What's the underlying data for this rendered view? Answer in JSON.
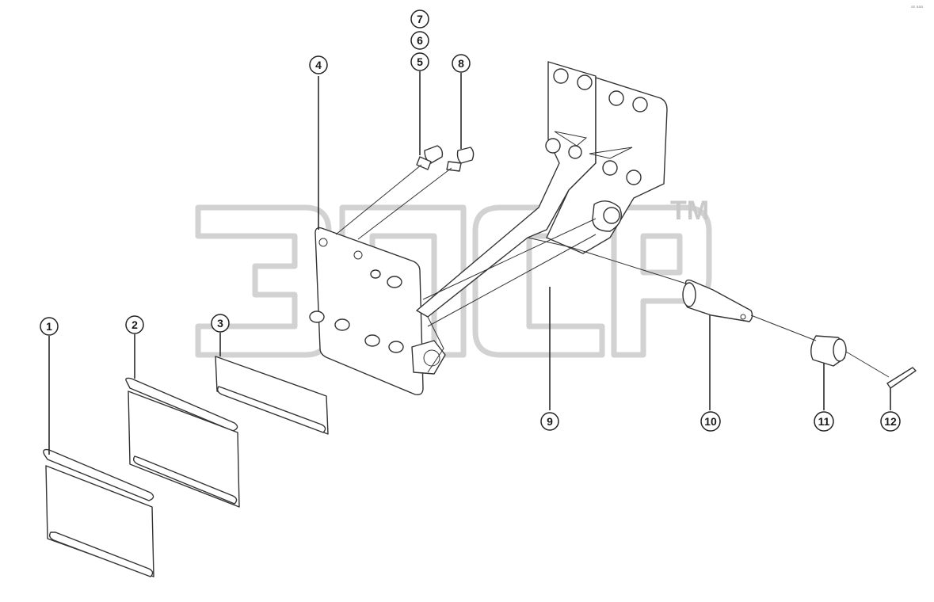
{
  "watermark": {
    "trademark": "TM",
    "logo_text": "ЭПСР"
  },
  "corner_mark": "ax aaa",
  "callouts": [
    {
      "id": "1",
      "label": "1"
    },
    {
      "id": "2",
      "label": "2"
    },
    {
      "id": "3",
      "label": "3"
    },
    {
      "id": "4",
      "label": "4"
    },
    {
      "id": "5",
      "label": "5"
    },
    {
      "id": "6",
      "label": "6"
    },
    {
      "id": "7",
      "label": "7"
    },
    {
      "id": "8",
      "label": "8"
    },
    {
      "id": "9",
      "label": "9"
    },
    {
      "id": "10",
      "label": "10"
    },
    {
      "id": "11",
      "label": "11"
    },
    {
      "id": "12",
      "label": "12"
    }
  ],
  "colors": {
    "line": "#333333",
    "watermark": "#d2d2d2",
    "background": "#ffffff"
  }
}
